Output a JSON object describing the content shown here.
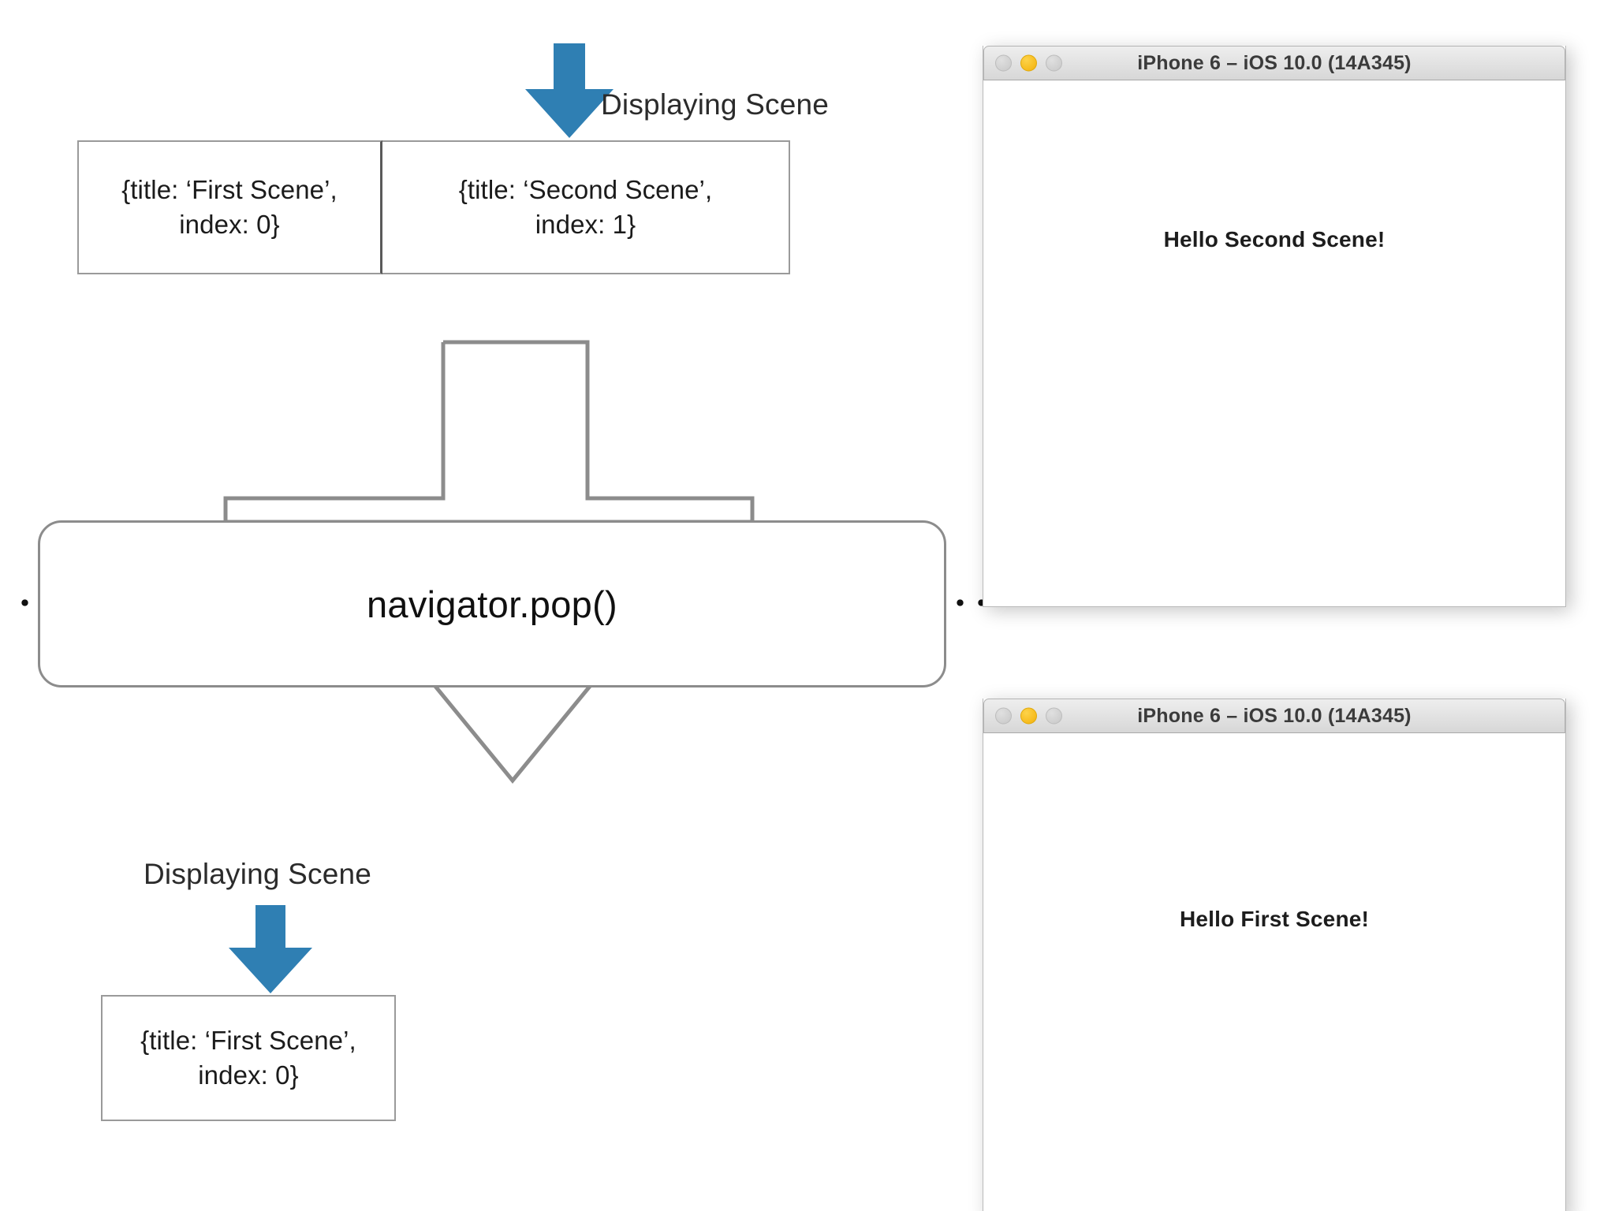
{
  "diagram": {
    "title": "navigator.pop() scene stack diagram",
    "colors": {
      "blue_arrow": "#2F7FB3",
      "outline_gray": "#8c8c8c",
      "box_border": "#9a9a9a",
      "divider_gray": "#5a5a5a",
      "dot_black": "#111111",
      "titlebar_amber": "#F7BD20"
    },
    "labels": {
      "displaying_scene_top": "Displaying Scene",
      "displaying_scene_bottom": "Displaying Scene"
    },
    "action_pill": {
      "label": "navigator.pop()"
    },
    "stack_before": {
      "cells": [
        {
          "text": "{title: ‘First Scene’,\nindex: 0}",
          "title": "First Scene",
          "index": 0
        },
        {
          "text": "{title: ‘Second Scene’,\nindex: 1}",
          "title": "Second Scene",
          "index": 1
        }
      ]
    },
    "stack_after": {
      "cells": [
        {
          "text": "{title: ‘First Scene’,\nindex: 0}",
          "title": "First Scene",
          "index": 0
        }
      ]
    }
  },
  "simulators": [
    {
      "id": "second-scene",
      "window_title": "iPhone 6 – iOS 10.0 (14A345)",
      "screen_text": "Hello Second Scene!",
      "traffic_lights": [
        {
          "name": "close-button",
          "state": "inactive"
        },
        {
          "name": "minimize-button",
          "state": "active"
        },
        {
          "name": "zoom-button",
          "state": "inactive"
        }
      ]
    },
    {
      "id": "first-scene",
      "window_title": "iPhone 6 – iOS 10.0 (14A345)",
      "screen_text": "Hello First Scene!",
      "traffic_lights": [
        {
          "name": "close-button",
          "state": "inactive"
        },
        {
          "name": "minimize-button",
          "state": "active"
        },
        {
          "name": "zoom-button",
          "state": "inactive"
        }
      ]
    }
  ],
  "icons": {
    "blue_down_arrow": "arrow-down-icon",
    "outlined_funnel_arrow": "funnel-arrow-icon",
    "v_arrow": "v-arrow-icon",
    "dotted_divider": "dotted-divider-icon"
  }
}
